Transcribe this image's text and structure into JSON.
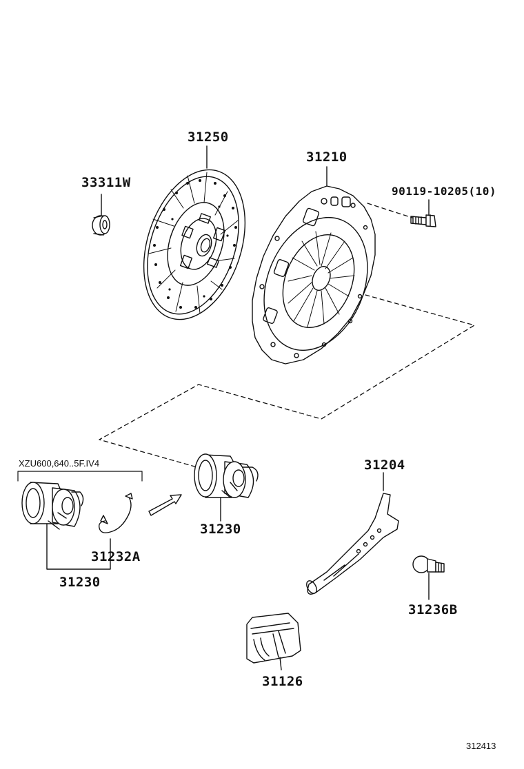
{
  "parts": {
    "bushing": "33311W",
    "clutch_disc": "31250",
    "clutch_cover": "31210",
    "cover_bolt": "90119-10205(10)",
    "release_bearing_center": "31230",
    "release_fork": "31204",
    "variant_note": "XZU600,640..5F.IV4",
    "release_bearing_left": "31230",
    "clip": "31232A",
    "fork_pivot": "31236B",
    "boot": "31126"
  },
  "figure_number": "312413"
}
